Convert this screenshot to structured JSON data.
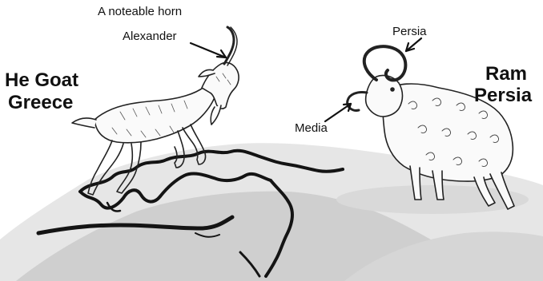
{
  "labels": {
    "horn_label": "A noteable horn",
    "alexander_label": "Alexander",
    "goat_title_line1": "He Goat",
    "goat_title_line2": "Greece",
    "persia_horn_label": "Persia",
    "media_horn_label": "Media",
    "ram_title_line1": "Ram",
    "ram_title_line2": "Persia"
  },
  "colors": {
    "ink": "#111111",
    "map_shadow": "#cfcfcf",
    "map_land": "#e3e3e3",
    "coastline": "#141414"
  }
}
